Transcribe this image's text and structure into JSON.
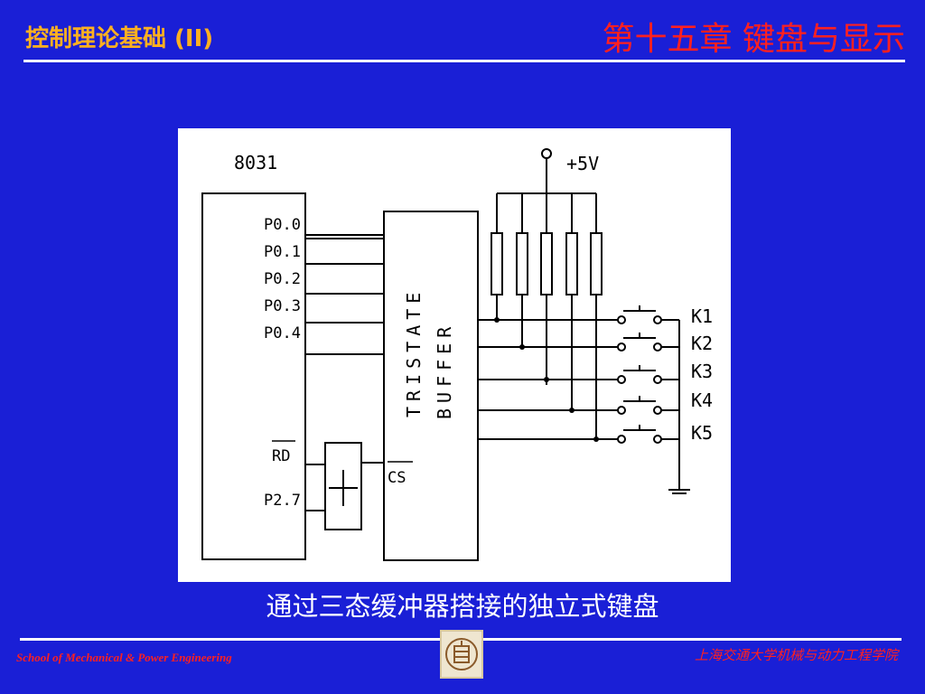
{
  "header": {
    "course_title": "控制理论基础 (II)",
    "chapter_title": "第十五章  键盘与显示"
  },
  "diagram": {
    "chip_label": "8031",
    "port_pins": [
      "P0.0",
      "P0.1",
      "P0.2",
      "P0.3",
      "P0.4"
    ],
    "rd_pin": "RD",
    "p27_pin": "P2.7",
    "cs_pin": "CS",
    "buffer_line1": "TRISTATE",
    "buffer_line2": "BUFFER",
    "supply_label": "+5V",
    "keys": [
      "K1",
      "K2",
      "K3",
      "K4",
      "K5"
    ]
  },
  "caption": "通过三态缓冲器搭接的独立式键盘",
  "footer": {
    "school": "School of Mechanical & Power Engineering",
    "college": "上海交通大学机械与动力工程学院"
  },
  "colors": {
    "background": "#1a1fd6",
    "course_title": "#ffb020",
    "chapter_title": "#ff2020",
    "footer_text": "#ff2020"
  }
}
